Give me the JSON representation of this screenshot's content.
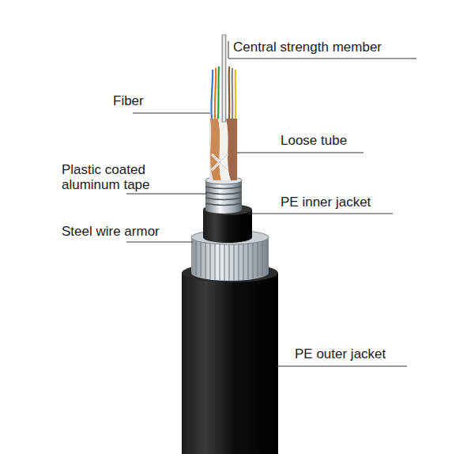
{
  "diagram": {
    "labels": [
      "Central strength member",
      "Fiber",
      "Loose tube",
      "Plastic coated aluminum tape",
      "PE inner jacket",
      "Steel wire armor",
      "PE outer jacket"
    ]
  }
}
